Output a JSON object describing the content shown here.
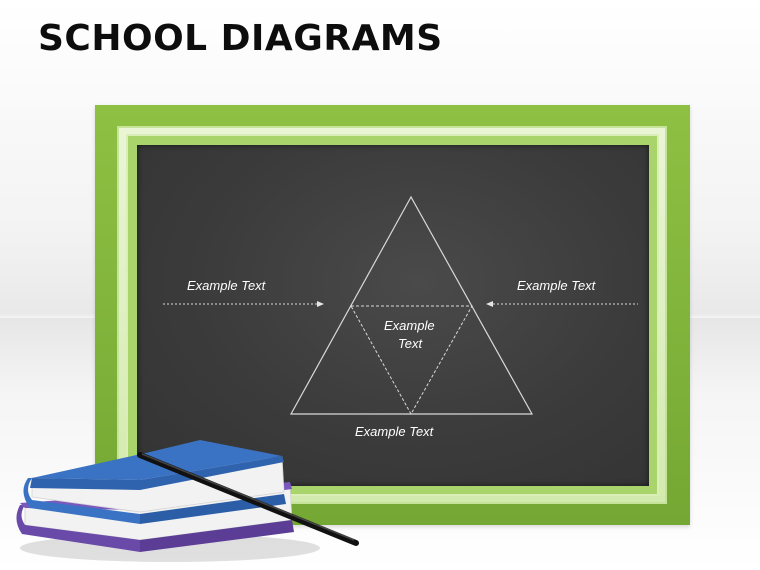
{
  "title": "SCHOOL DIAGRAMS",
  "diagram": {
    "label_left": "Example Text",
    "label_right": "Example Text",
    "label_center_line1": "Example",
    "label_center_line2": "Text",
    "label_bottom": "Example Text"
  },
  "colors": {
    "frame_green": "#7fb23a",
    "chalkboard": "#3b3b3b",
    "chalk": "#ffffff",
    "book_blue": "#3a73c4",
    "book_purple": "#6a4aa8"
  },
  "icons": [
    "books-icon",
    "pointer-stick-icon"
  ]
}
